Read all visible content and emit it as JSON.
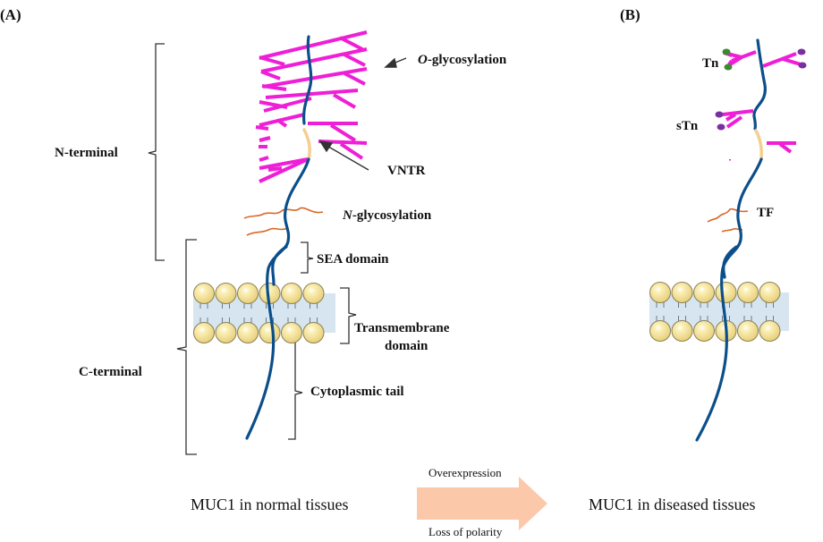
{
  "panels": {
    "a": {
      "label": "(A)",
      "caption": "MUC1 in normal tissues",
      "regions": {
        "n_terminal": "N-terminal",
        "c_terminal": "C-terminal"
      },
      "annotations": {
        "o_glycosylation_prefix": "O",
        "o_glycosylation_suffix": "-glycosylation",
        "vntr": "VNTR",
        "n_glycosylation_prefix": "N",
        "n_glycosylation_suffix": "-glycosylation",
        "sea_domain": "SEA domain",
        "transmembrane_line1": "Transmembrane",
        "transmembrane_line2": "domain",
        "cytoplasmic_tail": "Cytoplasmic tail"
      }
    },
    "b": {
      "label": "(B)",
      "caption": "MUC1 in diseased  tissues",
      "annotations": {
        "tn": "Tn",
        "stn": "sTn",
        "tf": "TF"
      }
    }
  },
  "transition": {
    "top_label": "Overexpression",
    "bottom_label": "Loss of polarity"
  },
  "colors": {
    "backbone": "#0b4f8a",
    "o_glycan": "#ee1fd6",
    "n_glycan": "#d9692a",
    "vntr": "#f4cf92",
    "lipid_head": "#f7e39a",
    "lipid_core": "#cfe0ee",
    "tn_cap": "#3a8a2f",
    "stn_cap": "#7a2fa0",
    "arrow": "#fbc9a9"
  }
}
